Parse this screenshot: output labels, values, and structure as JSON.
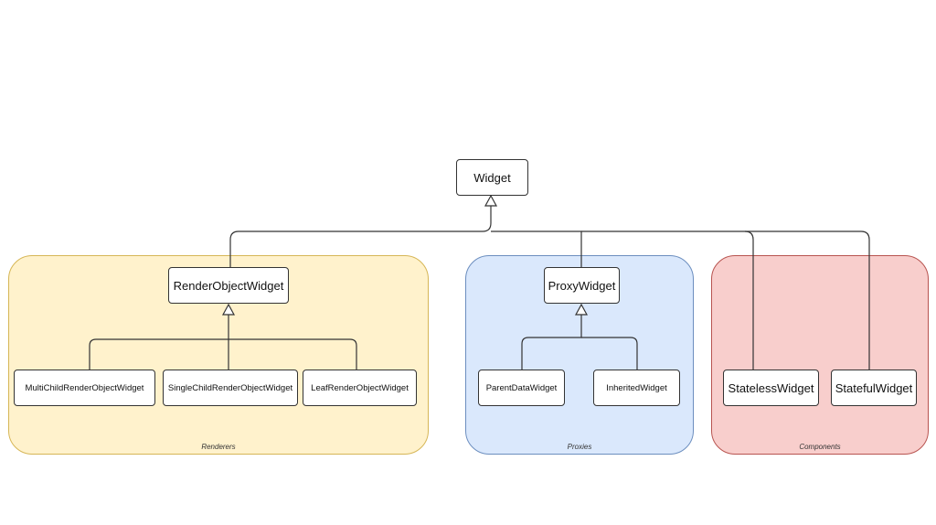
{
  "diagram": {
    "root": {
      "label": "Widget"
    },
    "groups": [
      {
        "caption": "Renderers",
        "fill": "#fff2cc",
        "stroke": "#d6b656"
      },
      {
        "caption": "Proxies",
        "fill": "#dae8fc",
        "stroke": "#6c8ebf"
      },
      {
        "caption": "Components",
        "fill": "#f8cecc",
        "stroke": "#b85450"
      }
    ],
    "nodes": {
      "render_object_widget": "RenderObjectWidget",
      "multi_child": "MultiChildRenderObjectWidget",
      "single_child": "SingleChildRenderObjectWidget",
      "leaf": "LeafRenderObjectWidget",
      "proxy_widget": "ProxyWidget",
      "parent_data": "ParentDataWidget",
      "inherited": "InheritedWidget",
      "stateless": "StatelessWidget",
      "stateful": "StatefulWidget"
    },
    "edges": [
      {
        "from": "RenderObjectWidget",
        "to": "Widget"
      },
      {
        "from": "ProxyWidget",
        "to": "Widget"
      },
      {
        "from": "StatelessWidget",
        "to": "Widget"
      },
      {
        "from": "StatefulWidget",
        "to": "Widget"
      },
      {
        "from": "MultiChildRenderObjectWidget",
        "to": "RenderObjectWidget"
      },
      {
        "from": "SingleChildRenderObjectWidget",
        "to": "RenderObjectWidget"
      },
      {
        "from": "LeafRenderObjectWidget",
        "to": "RenderObjectWidget"
      },
      {
        "from": "ParentDataWidget",
        "to": "ProxyWidget"
      },
      {
        "from": "InheritedWidget",
        "to": "ProxyWidget"
      }
    ],
    "colors": {
      "line": "#333333",
      "node_fill": "#ffffff"
    }
  }
}
